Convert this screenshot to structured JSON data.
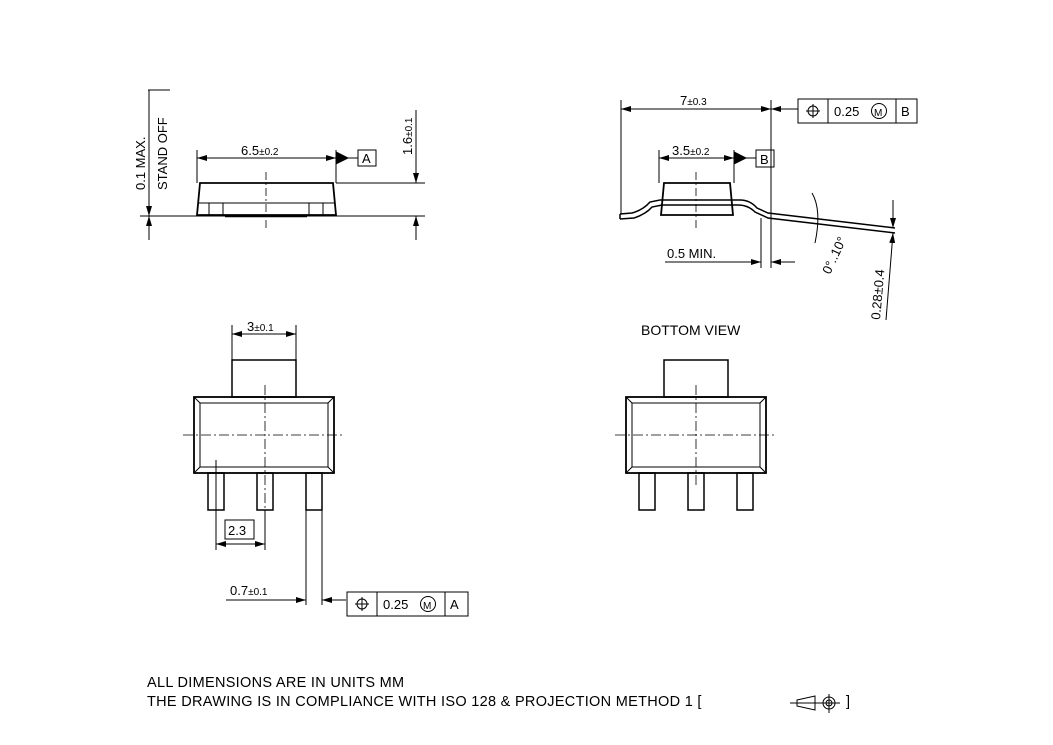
{
  "drawing": {
    "side_view": {
      "standoff_label_1": "0.1 MAX.",
      "standoff_label_2": "STAND OFF",
      "width_dim": "6.5",
      "width_tol": "±0.2",
      "datum": "A",
      "height_dim": "1.6",
      "height_tol": "±0.1"
    },
    "end_view": {
      "overall_dim": "7",
      "overall_tol": "±0.3",
      "body_dim": "3.5",
      "body_tol": "±0.2",
      "datum": "B",
      "lead_min": "0.5 MIN.",
      "angle": "0°..10°",
      "lead_thickness": "0.28±0.4",
      "tolerance_frame": {
        "symbol": "position",
        "value": "0.25",
        "modifier": "M",
        "datum": "B"
      }
    },
    "top_view": {
      "tab_dim": "3",
      "tab_tol": "±0.1",
      "pitch_dim": "2.3",
      "lead_width_dim": "0.7",
      "lead_width_tol": "±0.1",
      "tolerance_frame": {
        "symbol": "position",
        "value": "0.25",
        "modifier": "M",
        "datum": "A"
      }
    },
    "bottom_view": {
      "title": "BOTTOM VIEW"
    },
    "notes": {
      "line1": "ALL DIMENSIONS ARE IN UNITS MM",
      "line2": "THE DRAWING IS IN COMPLIANCE WITH ISO 128 & PROJECTION METHOD 1 ["
    }
  }
}
